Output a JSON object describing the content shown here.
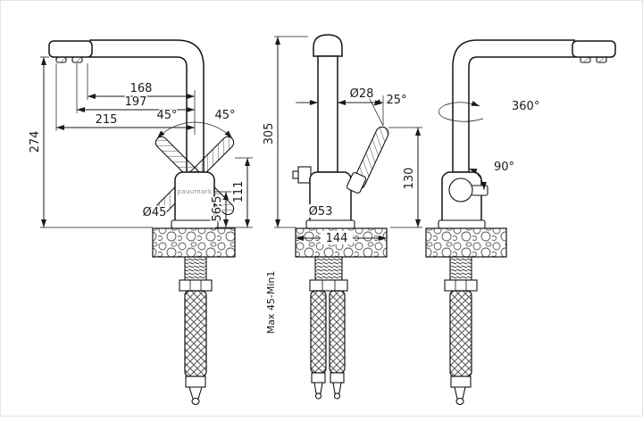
{
  "colors": {
    "ink": "#1a1a1a",
    "background": "#ffffff"
  },
  "drawing": {
    "brand": "pauumark",
    "side_left": {
      "dim_168": "168",
      "dim_197": "197",
      "dim_215": "215",
      "dim_274": "274",
      "dim_111": "111",
      "dim_56_5": "56,5",
      "dia_45": "Ø45",
      "angle_45_left": "45°",
      "angle_45_right": "45°"
    },
    "front": {
      "dim_305": "305",
      "dia_28": "Ø28",
      "angle_25": "25°",
      "dim_130": "130",
      "dia_53": "Ø53",
      "dim_144": "144",
      "mounting_range": "Max 45-Min1"
    },
    "side_right": {
      "angle_360": "360°",
      "angle_90": "90°"
    }
  }
}
